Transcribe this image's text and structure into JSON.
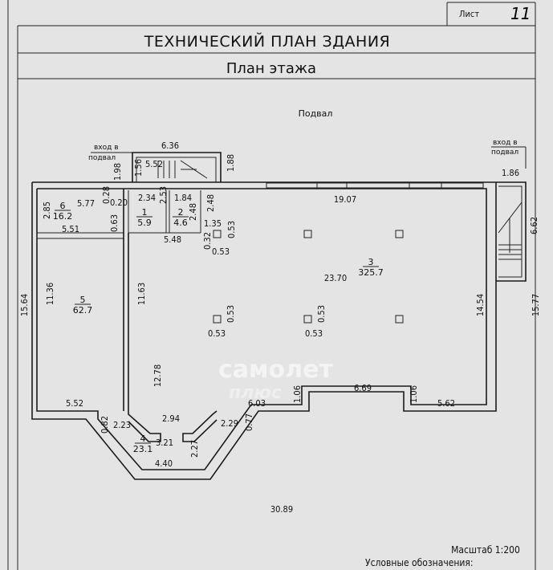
{
  "sheet": {
    "label": "Лист",
    "number": "11"
  },
  "header": {
    "title": "ТЕХНИЧЕСКИЙ ПЛАН ЗДАНИЯ",
    "subtitle": "План этажа"
  },
  "floor_name": "Подвал",
  "entrances": [
    {
      "line1": "вход в",
      "line2": "подвал"
    },
    {
      "line1": "вход в",
      "line2": "подвал"
    }
  ],
  "rooms": [
    {
      "number": "6",
      "area": "16.2"
    },
    {
      "number": "1",
      "area": "5.9"
    },
    {
      "number": "2",
      "area": "4.6"
    },
    {
      "number": "5",
      "area": "62.7"
    },
    {
      "number": "3",
      "area": "325.7"
    },
    {
      "number": "4",
      "area": "23.1"
    }
  ],
  "dims": [
    "6.36",
    "1.98",
    "1.56",
    "5.52",
    "1.88",
    "19.07",
    "1.86",
    "6.62",
    "5.77",
    "0.28",
    "0.20",
    "2.34",
    "2.53",
    "1.84",
    "2.48",
    "2.48",
    "1.35",
    "2.85",
    "0.63",
    "5.51",
    "5.48",
    "0.32",
    "0.53",
    "0.53",
    "23.70",
    "11.36",
    "11.63",
    "15.64",
    "14.54",
    "15.77",
    "0.53",
    "0.53",
    "0.53",
    "0.53",
    "12.78",
    "5.52",
    "6.69",
    "1.06",
    "1.06",
    "5.62",
    "6.03",
    "0.82",
    "2.23",
    "2.94",
    "2.29",
    "0.77",
    "3.21",
    "2.27",
    "4.40",
    "30.89"
  ],
  "scale": "Масштаб 1:200",
  "legend_heading": "Условные обозначения:",
  "watermark": {
    "line1": "самолет",
    "line2": "плюс"
  }
}
